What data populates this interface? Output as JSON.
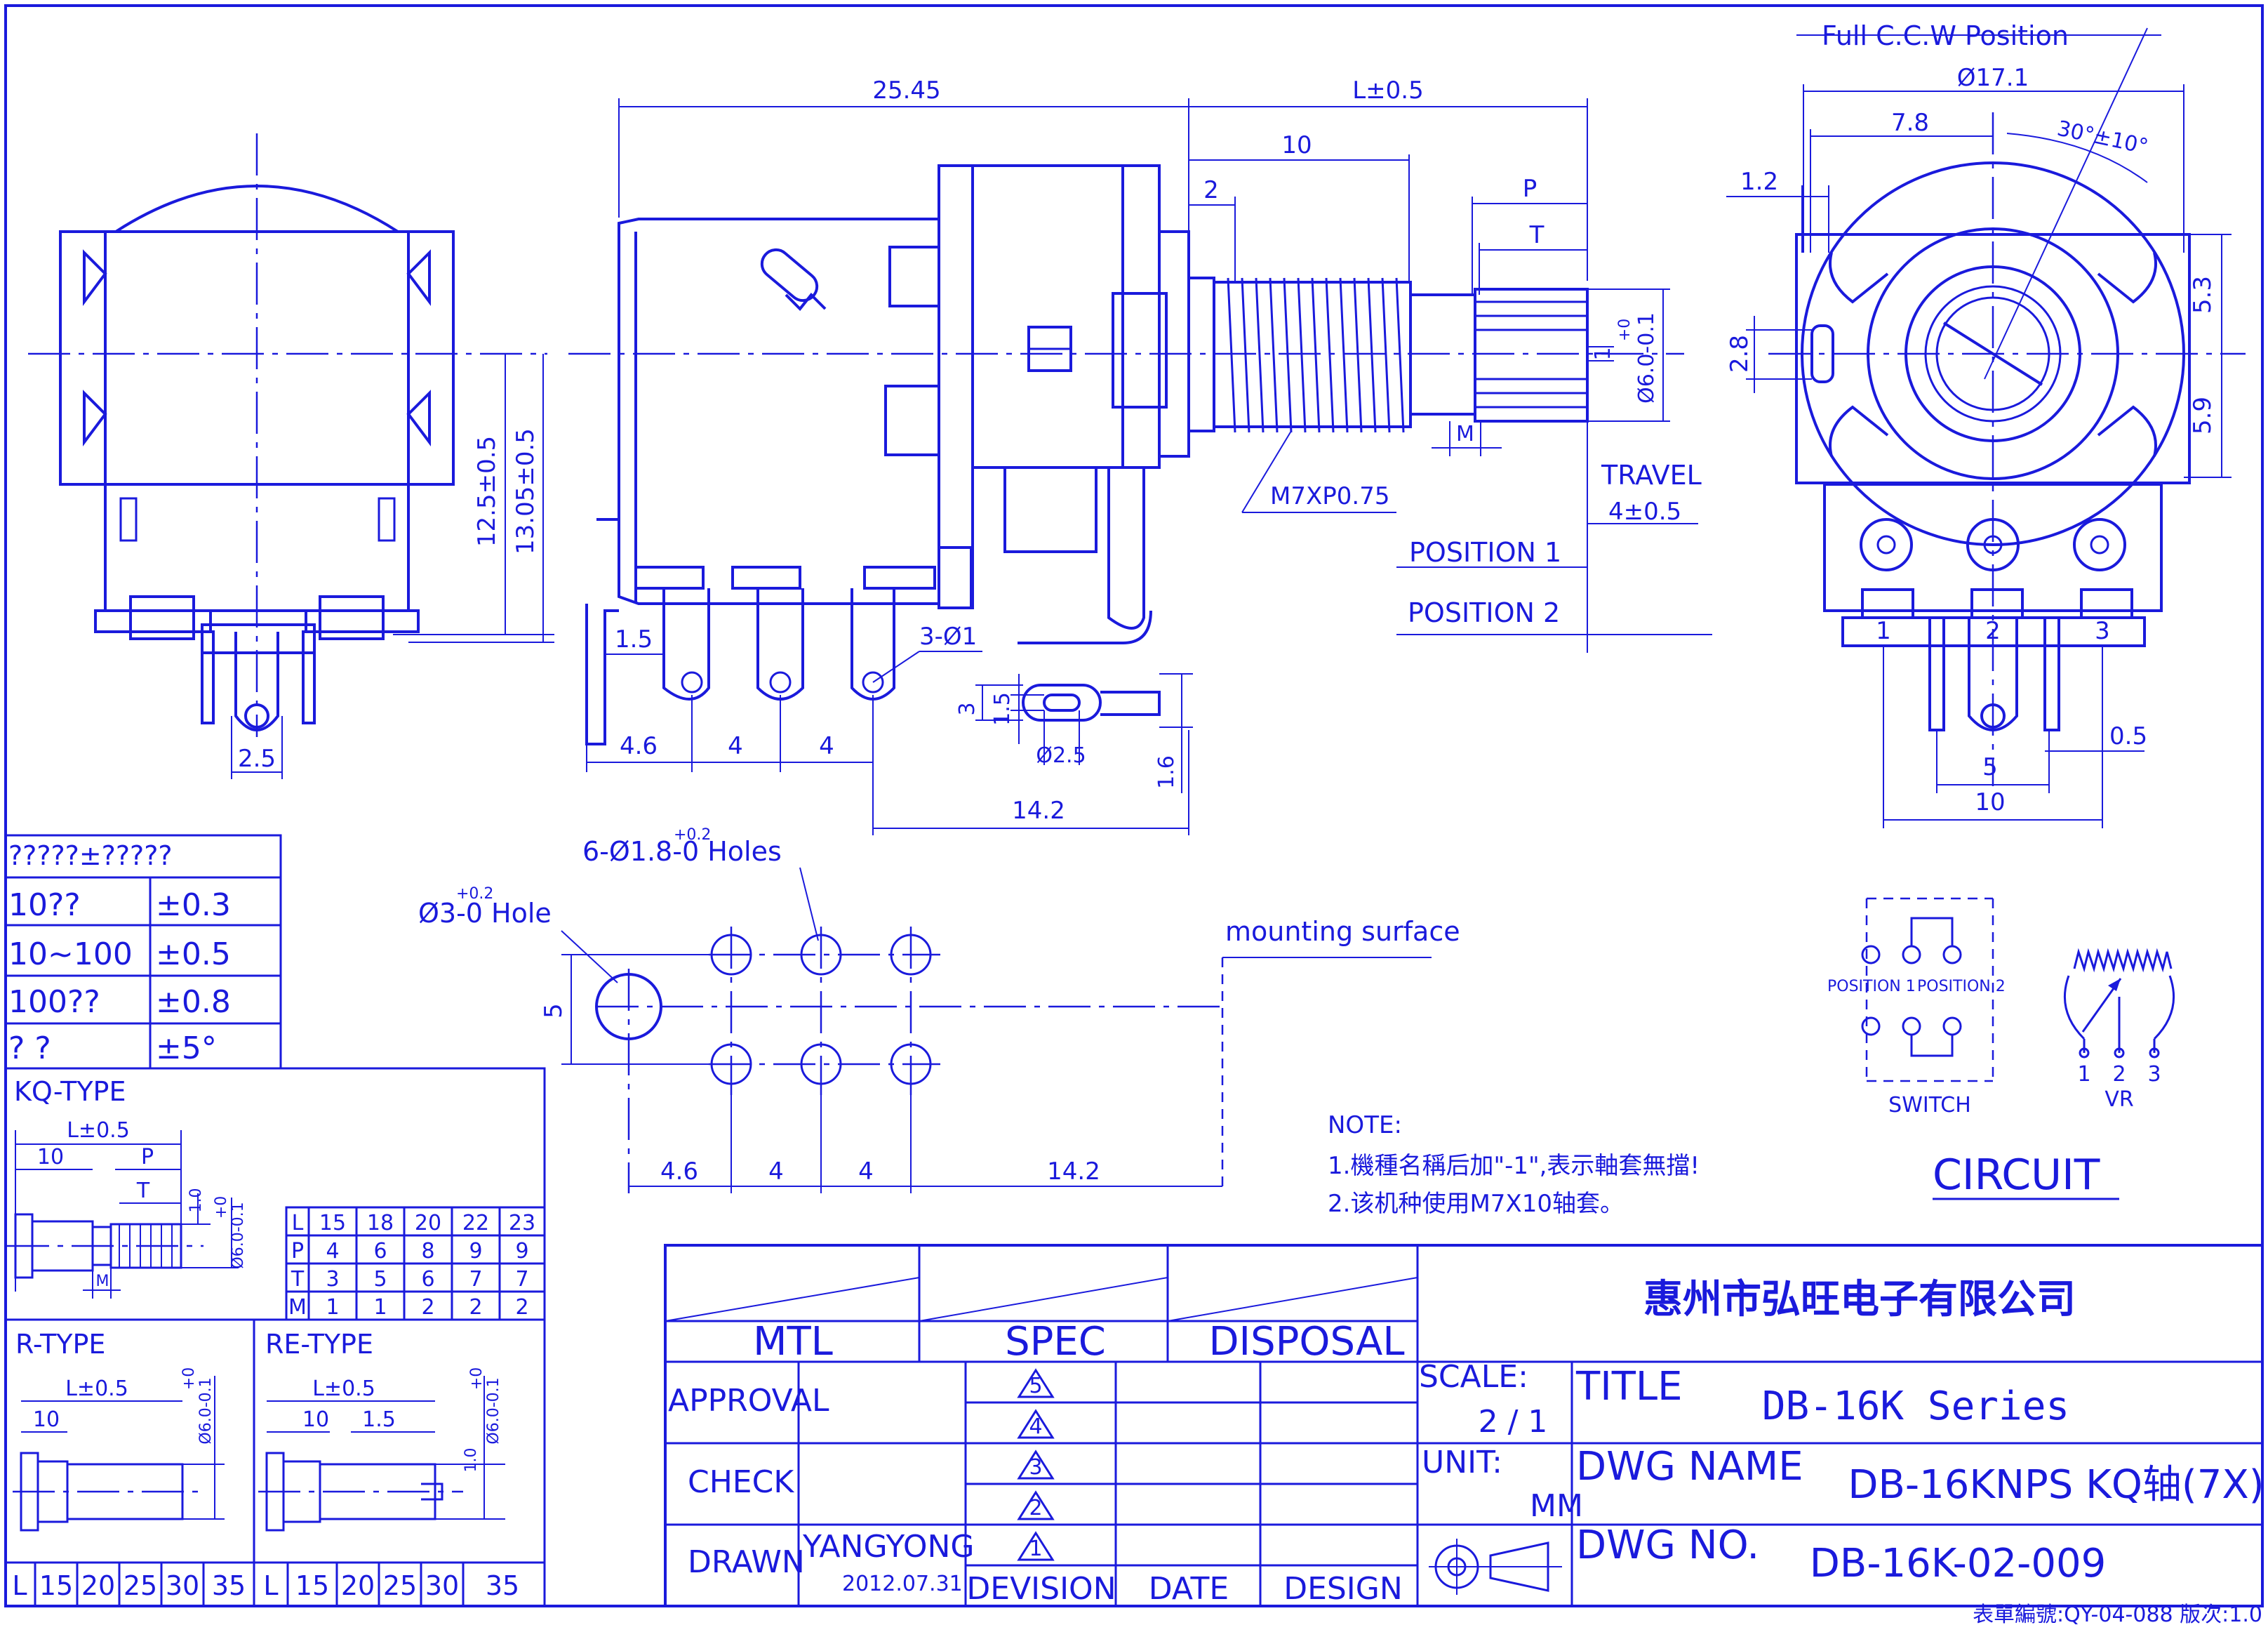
{
  "header_dims": {
    "full_ccw": "Full C.C.W Position",
    "dia_body": "Ø17.1",
    "d78": "7.8",
    "angle": "30°±10°",
    "d12": "1.2",
    "d53": "5.3",
    "d28": "2.8",
    "d59": "5.9"
  },
  "side_dims": {
    "d2545": "25.45",
    "l05": "L±0.5",
    "d10": "10",
    "d2": "2",
    "p": "P",
    "t": "T",
    "d1": "1",
    "dia6": "Ø6.0-0.1",
    "dia6_tol": "+0",
    "m": "M",
    "thread": "M7XP0.75",
    "travel": "TRAVEL",
    "travel_val": "4±0.5",
    "pos1": "POSITION 1",
    "pos2": "POSITION 2",
    "d125": "12.5±0.5",
    "d1305": "13.05±0.5",
    "d15": "1.5",
    "three_holes": "3-Ø1",
    "d46": "4.6",
    "d4a": "4",
    "d4b": "4",
    "d3": "3",
    "d15b": "1.5",
    "dia25": "Ø2.5",
    "d16": "1.6",
    "d142": "14.2",
    "d25": "2.5"
  },
  "front_dims": {
    "pin1": "1",
    "pin2": "2",
    "pin3": "3",
    "d05": "0.5",
    "d5": "5",
    "d10": "10"
  },
  "tolerance_table": {
    "header": "?????±?????",
    "rows": [
      {
        "range": "10??",
        "tol": "±0.3"
      },
      {
        "range": "10~100",
        "tol": "±0.5"
      },
      {
        "range": "100??",
        "tol": "±0.8"
      },
      {
        "range": "?    ?",
        "tol": "±5°"
      }
    ]
  },
  "pcb": {
    "holes6": "6-Ø1.8-0 Holes",
    "holes6_tol": "+0.2",
    "hole3": "Ø3-0 Hole",
    "hole3_tol": "+0.2",
    "mounting": "mounting surface",
    "d5": "5",
    "d46": "4.6",
    "d4a": "4",
    "d4b": "4",
    "d142": "14.2"
  },
  "kq": {
    "title": "KQ-TYPE",
    "l05": "L±0.5",
    "d10": "10",
    "p": "P",
    "t": "T",
    "d10b": "1.0",
    "dia": "Ø6.0-0.1",
    "dia_tol": "+0",
    "m": "M",
    "table": {
      "cols": [
        "L",
        "15",
        "18",
        "20",
        "22",
        "23"
      ],
      "rows": [
        [
          "P",
          "4",
          "6",
          "8",
          "9",
          "9"
        ],
        [
          "T",
          "3",
          "5",
          "6",
          "7",
          "7"
        ],
        [
          "M",
          "1",
          "1",
          "2",
          "2",
          "2"
        ]
      ]
    }
  },
  "rtype": {
    "title": "R-TYPE",
    "l05": "L±0.5",
    "d10": "10",
    "dia": "Ø6.0-0.1",
    "dia_tol": "+0"
  },
  "retype": {
    "title": "RE-TYPE",
    "l05": "L±0.5",
    "d10": "10",
    "d15": "1.5",
    "d10b": "1.0",
    "dia": "Ø6.0-0.1",
    "dia_tol": "+0"
  },
  "lrow": {
    "left": [
      "L",
      "15",
      "20",
      "25",
      "30",
      "35"
    ],
    "right": [
      "L",
      "15",
      "20",
      "25",
      "30",
      "35"
    ]
  },
  "notes": {
    "title": "NOTE:",
    "line1": "1.機種名稱后加\"-1\",表示軸套無擋!",
    "line2": "2.该机种使用M7X10轴套。"
  },
  "circuit": {
    "pos1": "POSITION 1",
    "pos2": "POSITION 2",
    "switch": "SWITCH",
    "vr_pins": [
      "1",
      "2",
      "3"
    ],
    "vr": "VR",
    "title": "CIRCUIT"
  },
  "title_block": {
    "company": "惠州市弘旺电子有限公司",
    "mtl": "MTL",
    "spec": "SPEC",
    "disposal": "DISPOSAL",
    "approval": "APPROVAL",
    "check": "CHECK",
    "drawn": "DRAWN",
    "drawn_name": "YANGYONG",
    "drawn_date": "2012.07.31",
    "revs": [
      "5",
      "4",
      "3",
      "2",
      "1"
    ],
    "devision": "DEVISION",
    "date": "DATE",
    "design": "DESIGN",
    "scale_label": "SCALE:",
    "scale": "2 / 1",
    "unit_label": "UNIT:",
    "unit": "MM",
    "title_label": "TITLE",
    "title": "DB-16K Series",
    "dwg_name_label": "DWG NAME",
    "dwg_name": "DB-16KNPS KQ轴(7X)",
    "dwg_no_label": "DWG NO.",
    "dwg_no": "DB-16K-02-009"
  },
  "footer": "表單編號:QY-04-088  版次:1.0"
}
